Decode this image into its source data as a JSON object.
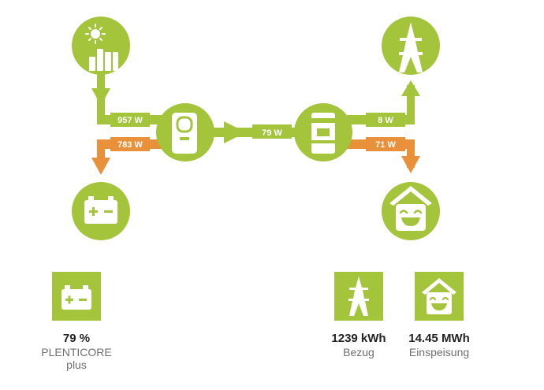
{
  "colors": {
    "green": "#a4c43c",
    "orange": "#e8913a",
    "text_dark": "#222222",
    "text_gray": "#6f6f6f"
  },
  "nodes": {
    "solar": {
      "icon": "solar-panel-sun-icon"
    },
    "inverter": {
      "icon": "inverter-icon"
    },
    "meter": {
      "icon": "smart-meter-icon"
    },
    "grid": {
      "icon": "power-pylon-icon"
    },
    "battery": {
      "icon": "battery-icon"
    },
    "home": {
      "icon": "smiling-house-icon"
    }
  },
  "flows": {
    "solar_to_inverter": "957 W",
    "battery_to_inverter": "783 W",
    "inverter_to_meter": "79 W",
    "meter_to_grid": "8 W",
    "meter_to_home": "71 W"
  },
  "summary": {
    "battery": {
      "icon": "battery-icon",
      "value": "79 %",
      "label_line1": "PLENTICORE",
      "label_line2": "plus"
    },
    "grid": {
      "icon": "power-pylon-icon",
      "value": "1239 kWh",
      "label": "Bezug"
    },
    "home": {
      "icon": "smiling-house-icon",
      "value": "14.45 MWh",
      "label": "Einspeisung"
    }
  }
}
